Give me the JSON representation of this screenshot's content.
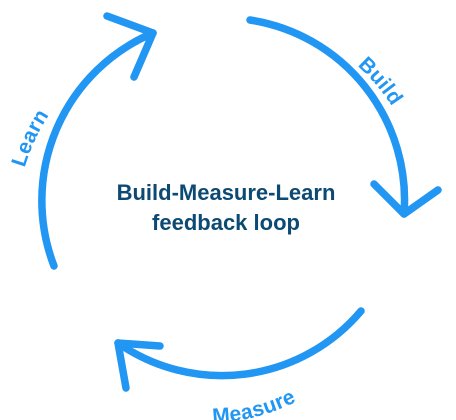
{
  "colors": {
    "arrow": "#2196f3",
    "label": "#2196f3",
    "title": "#0d4a73",
    "background": "#ffffff"
  },
  "diagram": {
    "title_line1": "Build-Measure-Learn",
    "title_line2": "feedback loop",
    "stages": [
      {
        "id": "build",
        "label": "Build"
      },
      {
        "id": "measure",
        "label": "Measure"
      },
      {
        "id": "learn",
        "label": "Learn"
      }
    ]
  }
}
